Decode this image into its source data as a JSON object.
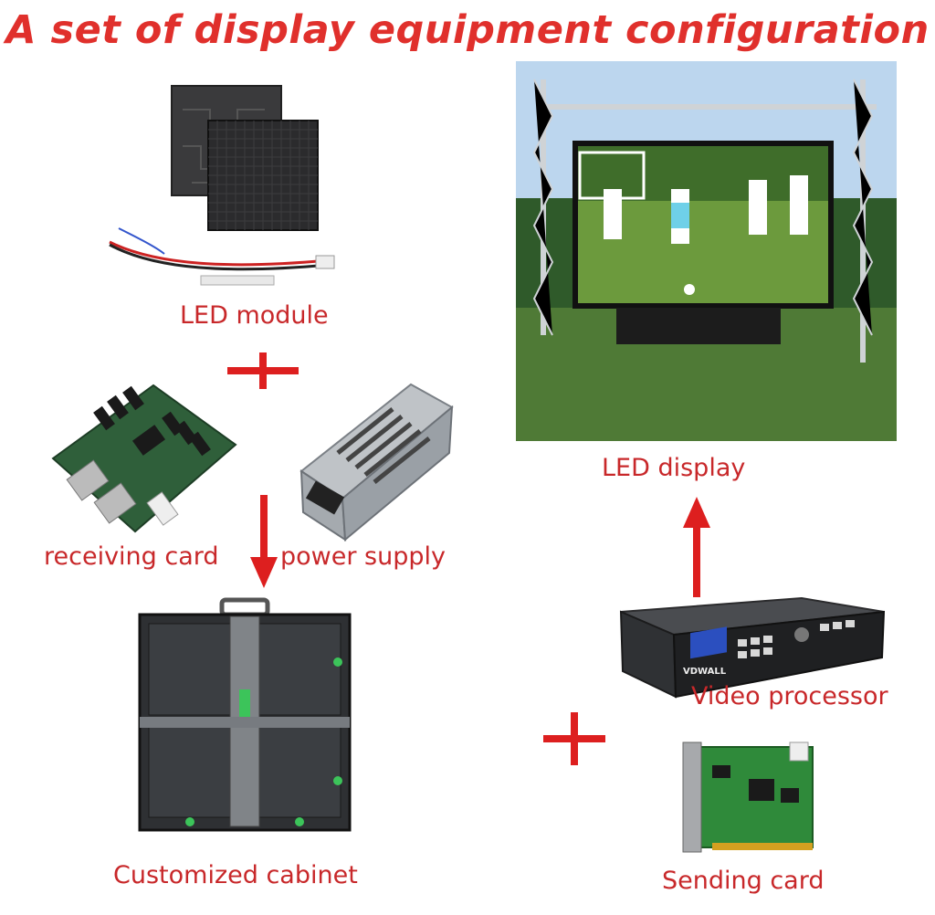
{
  "title": "A set of display equipment configuration",
  "labels": {
    "led_module": "LED module",
    "receiving_card": "receiving card",
    "power_supply": "power supply",
    "customized_cabinet": "Customized cabinet",
    "led_display": "LED display",
    "video_processor": "Video processor",
    "sending_card": "Sending card"
  },
  "brand_on_processor": "VDWALL",
  "colors": {
    "accent_red": "#dd1f1f",
    "label_red": "#c8282a"
  },
  "icons": [
    "plus-icon",
    "arrow-down-icon",
    "arrow-up-icon"
  ]
}
